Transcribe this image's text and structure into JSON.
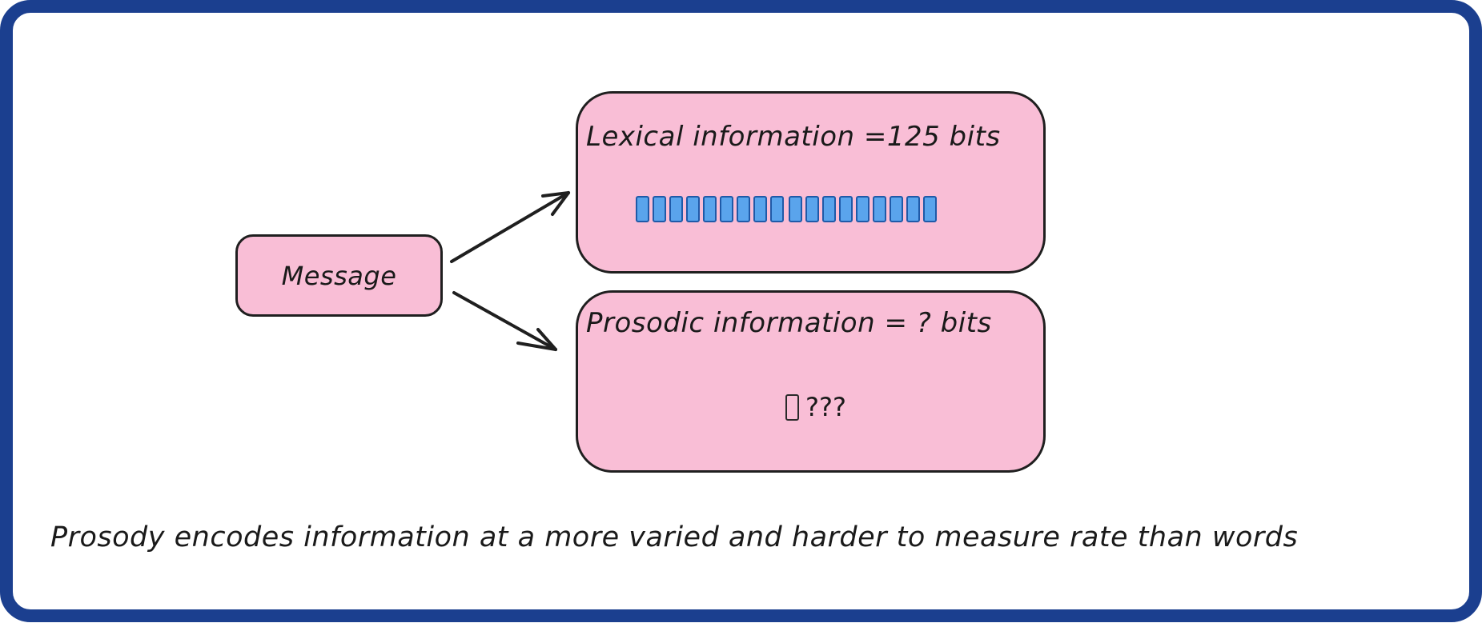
{
  "nodes": {
    "message": {
      "label": "Message"
    },
    "lexical": {
      "title": "Lexical information =125 bits",
      "groups": [
        9,
        9
      ]
    },
    "prosodic": {
      "title": "Prosodic information = ? bits",
      "unknown_text": "???"
    }
  },
  "caption": "Prosody encodes information at a more varied and harder to measure rate than words",
  "colors": {
    "frame": "#1b3f8f",
    "node_fill": "#f9bed6",
    "node_stroke": "#1f1f1f",
    "bit_fill": "#5aa4ec",
    "bit_stroke": "#1f5aa8"
  }
}
